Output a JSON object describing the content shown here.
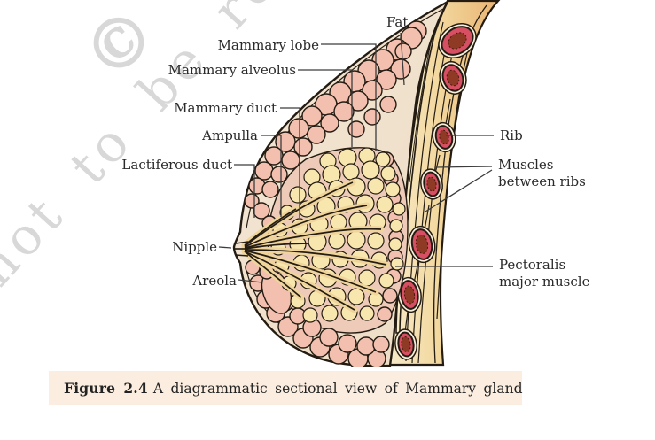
{
  "figure": {
    "caption": {
      "prefix": "Figure 2.4",
      "text": "A diagrammatic sectional view of Mammary gland"
    },
    "labels": {
      "fat": "Fat",
      "mammary_lobe": "Mammary lobe",
      "mammary_alveolus": "Mammary alveolus",
      "mammary_duct": "Mammary duct",
      "ampulla": "Ampulla",
      "lactiferous_duct": "Lactiferous duct",
      "nipple": "Nipple",
      "areola": "Areola",
      "rib": "Rib",
      "muscles_between_ribs": "Muscles between ribs",
      "pectoralis_major_muscle": "Pectoralis major muscle"
    }
  },
  "watermark": {
    "symbol": "©",
    "text": "not to be re"
  },
  "palette": {
    "background": "#ffffff",
    "outline": "#241c12",
    "skin_cream": "#f1e3d0",
    "lobule_pink": "#f3c0af",
    "alveolus_yellow": "#f7e6ad",
    "gland_margin_pink": "#eecbb9",
    "duct_tan": "#efd49b",
    "chest_wall_tan": "#f0cd8e",
    "rib_red": "#d64f62",
    "rib_marrow": "#8e3a24",
    "leader_line": "#3c3c3c",
    "label_text": "#2a2a2a",
    "caption_bg": "#fbeee0",
    "watermark_gray": "#d8d8d8"
  }
}
